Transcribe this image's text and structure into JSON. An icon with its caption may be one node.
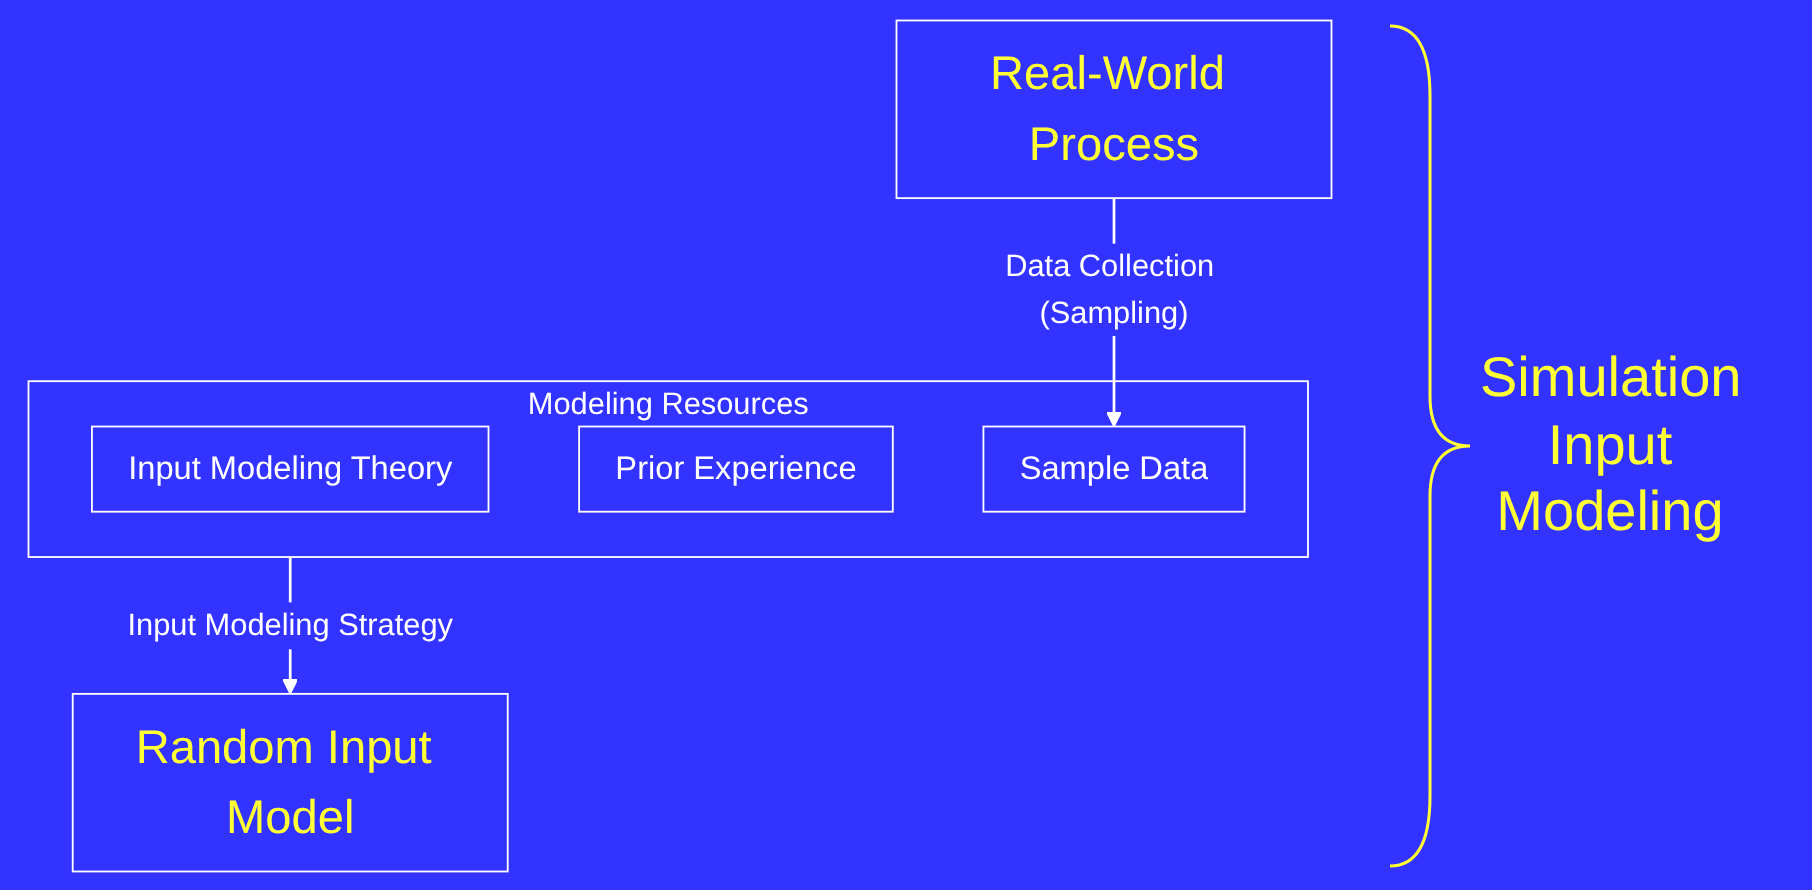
{
  "diagram": {
    "nodes": [
      {
        "text": [
          "Real-World Process"
        ]
      },
      {
        "text": [
          "Modeling Resources"
        ]
      },
      {
        "text": [
          "Input Modeling Theory"
        ],
        "in": 1
      },
      {
        "text": [
          "Prior Experience"
        ],
        "in": 1
      },
      {
        "text": [
          "Sample Data"
        ],
        "in": 1
      },
      {
        "text": [
          "Random Input Model"
        ]
      }
    ],
    "edges": [
      {
        "from": 0,
        "to": 4,
        "arrow": "to",
        "label": "Data Collection (Sampling)"
      },
      {
        "from": 1,
        "to": 5,
        "arrow": "to",
        "label": "Input Modeling Strategy"
      }
    ],
    "labels": [
      "Simulation Input Modeling"
    ]
  }
}
